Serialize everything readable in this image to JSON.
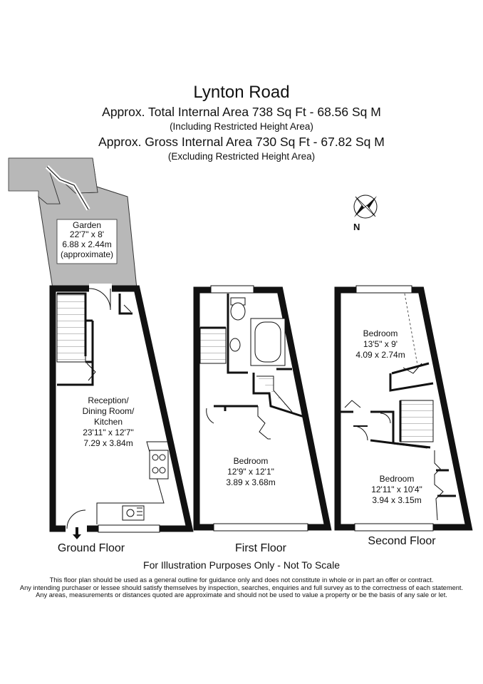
{
  "header": {
    "title": "Lynton Road",
    "total_area": "Approx. Total Internal Area   738 Sq Ft  -  68.56 Sq M",
    "total_area_note": "(Including Restricted Height Area)",
    "gross_area": "Approx. Gross Internal Area   730 Sq Ft  -  67.82 Sq M",
    "gross_area_note": "(Excluding Restricted Height Area)"
  },
  "compass": {
    "label": "N"
  },
  "rooms": {
    "garden": {
      "name": "Garden",
      "dim_imperial": "22'7\" x 8'",
      "dim_metric": "6.88 x 2.44m",
      "note": "(approximate)"
    },
    "reception": {
      "name_line1": "Reception/",
      "name_line2": "Dining Room/",
      "name_line3": "Kitchen",
      "dim_imperial": "23'11\" x 12'7\"",
      "dim_metric": "7.29 x 3.84m"
    },
    "first_bedroom": {
      "name": "Bedroom",
      "dim_imperial": "12'9\" x 12'1\"",
      "dim_metric": "3.89 x 3.68m"
    },
    "second_bedroom_1": {
      "name": "Bedroom",
      "dim_imperial": "13'5\" x 9'",
      "dim_metric": "4.09 x 2.74m"
    },
    "second_bedroom_2": {
      "name": "Bedroom",
      "dim_imperial": "12'11\" x 10'4\"",
      "dim_metric": "3.94 x 3.15m"
    }
  },
  "floors": {
    "ground": "Ground Floor",
    "first": "First Floor",
    "second": "Second Floor"
  },
  "footer": {
    "scale_note": "For Illustration Purposes Only - Not To Scale",
    "disclaimer_lines": [
      "This floor plan should be used as a general outline for guidance only and does not constitute in whole or in part an offer or contract.",
      "Any intending purchaser or lessee should satisfy themselves by inspection, searches, enquiries and full survey as to the correctness of each statement.",
      "Any areas, measurements or distances quoted are approximate and should not be used to value a property or be the basis of any sale or let."
    ]
  }
}
